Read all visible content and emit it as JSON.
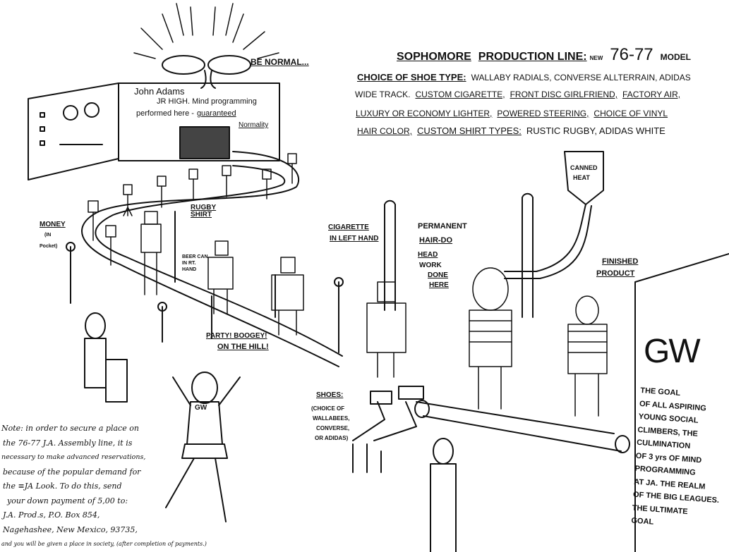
{
  "header": {
    "title_1": "SOPHOMORE",
    "title_2": "PRODUCTION LINE:",
    "title_new": "NEW",
    "title_year": "76-77",
    "title_model": "MODEL"
  },
  "options": {
    "line1_label": "CHOICE OF SHOE TYPE:",
    "line1_text": "WALLABY RADIALS, CONVERSE ALLTERRAIN, ADIDAS",
    "line2_a": "WIDE TRACK.",
    "line2_b": "CUSTOM CIGARETTE,",
    "line2_c": "FRONT DISC GIRLFRIEND,",
    "line2_d": "FACTORY AIR,",
    "line3_a": "LUXURY OR ECONOMY LIGHTER,",
    "line3_b": "POWERED STEERING,",
    "line3_c": "CHOICE OF VINYL",
    "line4_a": "HAIR COLOR,",
    "line4_b": "CUSTOM SHIRT TYPES:",
    "line4_c": "RUSTIC RUGBY, ADIDAS WHITE"
  },
  "sign": {
    "be_normal": "BE NORMAL...",
    "school": "John Adams",
    "line2": "JR HIGH. Mind programming",
    "line3_a": "performed here -",
    "line3_b": "guaranteed",
    "normality": "Normality"
  },
  "labels": {
    "rugby_shirt": "RUGBY SHIRT",
    "money": "MONEY",
    "money_sub1": "(IN",
    "money_sub2": "Pocket)",
    "beer_can": "BEER CAN IN RT. HAND",
    "cigarette": "CIGARETTE",
    "cigarette_sub": "IN LEFT HAND",
    "permanent": "PERMANENT",
    "hair_do": "HAIR-DO",
    "head": "HEAD",
    "work": "WORK",
    "done": "DONE",
    "here": "HERE",
    "canned": "CANNED",
    "heat": "HEAT",
    "finished": "FINISHED",
    "product": "PRODUCT",
    "party": "PARTY! BOOGEY!",
    "on_the_hill": "ON THE HILL!",
    "shirt_gw": "GW",
    "shoes": "SHOES:",
    "shoes_1": "(CHOICE OF",
    "shoes_2": "WALLABEES,",
    "shoes_3": "CONVERSE,",
    "shoes_4": "OR ADIDAS)"
  },
  "goal": {
    "logo": "GW",
    "lines": [
      "THE GOAL",
      "OF ALL ASPIRING",
      "YOUNG SOCIAL",
      "CLIMBERS, THE",
      "CULMINATION",
      "OF 3 yrs OF MIND",
      "PROGRAMMING",
      "AT JA. THE REALM",
      "OF THE BIG LEAGUES.",
      "THE ULTIMATE",
      "GOAL"
    ]
  },
  "note": {
    "lines": [
      "Note: in order to secure a place on",
      "the 76-77  J.A. Assembly line, it is",
      "necessary to make advanced reservations,",
      "because of the popular demand for",
      "the ≡JA  Look. To do this, send",
      "your down payment of 5,00 to:",
      "J.A. Prod.s,  P.O. Box  854,",
      "Nagehashee, New Mexico, 93735,",
      "and you will be given a     place in society, (after completion of payments.)"
    ]
  }
}
